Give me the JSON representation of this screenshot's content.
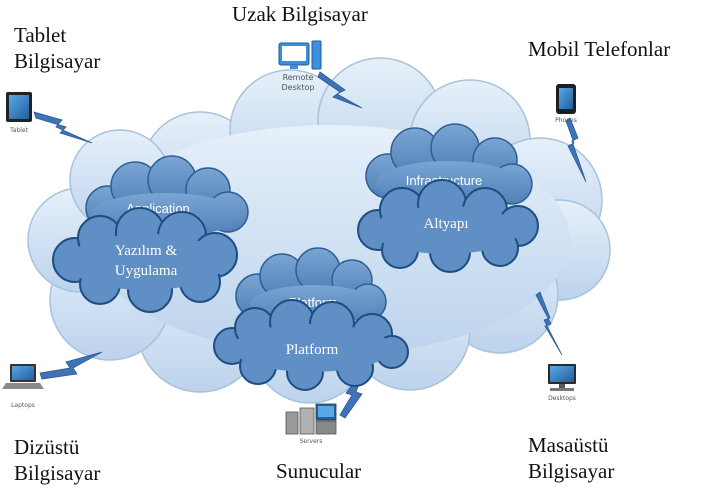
{
  "colors": {
    "cloud_fill": "#cfe0f2",
    "cloud_stroke": "#a8c2dc",
    "sub_cloud_fill": "#5f8fc4",
    "sub_cloud_stroke": "#2e5f94",
    "bolt": "#3f73b8",
    "label_dark": "#111111",
    "label_light": "#ffffff"
  },
  "corner_labels": {
    "tablet": [
      "Tablet",
      "Bilgisayar"
    ],
    "remote": "Uzak Bilgisayar",
    "mobile": "Mobil Telefonlar",
    "laptop": [
      "Dizüstü",
      "Bilgisayar"
    ],
    "servers": "Sunucular",
    "desktop": [
      "Masaüstü",
      "Bilgisayar"
    ]
  },
  "device_captions": {
    "tablet": "Tablet",
    "remote": [
      "Remote",
      "Desktop"
    ],
    "phone": "Phones",
    "laptop": "Laptops",
    "servers": "Servers",
    "desktop": "Desktops"
  },
  "service_clouds": {
    "application": {
      "english": "Application",
      "turkish": [
        "Yazılım &",
        "Uygulama"
      ]
    },
    "infrastructure": {
      "english": "Infrastructure",
      "turkish": "Altyapı"
    },
    "platform": {
      "english": "Platform",
      "turkish": "Platform"
    }
  },
  "icons": [
    "tablet-icon",
    "remote-desktop-icon",
    "phone-icon",
    "laptop-icon",
    "servers-icon",
    "desktop-icon",
    "lightning-bolt-icon"
  ]
}
